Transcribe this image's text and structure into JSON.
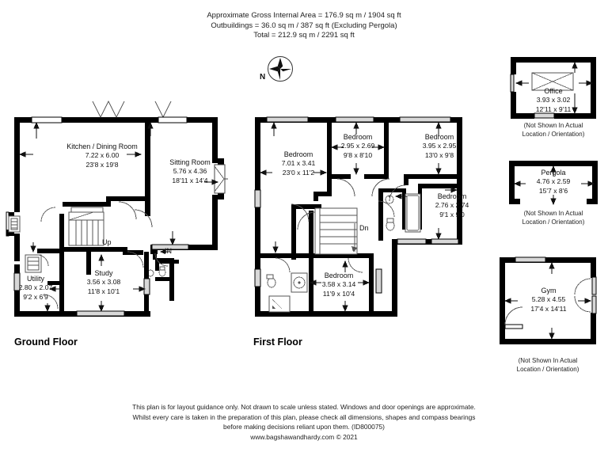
{
  "header": {
    "line1": "Approximate Gross Internal Area = 176.9 sq m / 1904 sq ft",
    "line2": "Outbuildings = 36.0 sq m / 387 sq ft (Excluding Pergola)",
    "line3": "Total = 212.9 sq m / 2291 sq ft"
  },
  "compass": {
    "label": "N",
    "icon": "compass-rose"
  },
  "floors": [
    {
      "id": "ground",
      "caption": "Ground Floor"
    },
    {
      "id": "first",
      "caption": "First Floor"
    }
  ],
  "ground_floor": {
    "rooms": [
      {
        "name": "Kitchen / Dining Room",
        "metric": "7.22 x 6.00",
        "imperial": "23'8 x 19'8"
      },
      {
        "name": "Sitting Room",
        "metric": "5.76 x 4.36",
        "imperial": "18'11 x 14'4"
      },
      {
        "name": "Study",
        "metric": "3.56 x 3.08",
        "imperial": "11'8 x 10'1"
      },
      {
        "name": "Utility",
        "metric": "2.80 x 2.07",
        "imperial": "9'2 x 6'9"
      }
    ],
    "markers": [
      {
        "name": "stairs-up",
        "label": "Up"
      },
      {
        "name": "entrance",
        "label": "IN"
      }
    ]
  },
  "first_floor": {
    "rooms": [
      {
        "name": "Bedroom",
        "metric": "7.01 x 3.41",
        "imperial": "23'0 x 11'2"
      },
      {
        "name": "Bedroom",
        "metric": "2.95 x 2.69",
        "imperial": "9'8 x 8'10"
      },
      {
        "name": "Bedroom",
        "metric": "3.95 x 2.95",
        "imperial": "13'0 x 9'8"
      },
      {
        "name": "Bedroom",
        "metric": "2.76 x 2.74",
        "imperial": "9'1 x 9'0"
      },
      {
        "name": "Bedroom",
        "metric": "3.58 x 3.14",
        "imperial": "11'9 x 10'4"
      }
    ],
    "markers": [
      {
        "name": "stairs-down",
        "label": "Dn"
      }
    ]
  },
  "outbuildings": [
    {
      "name": "Office",
      "metric": "3.93 x 3.02",
      "imperial": "12'11 x 9'11",
      "note_line1": "(Not Shown In Actual",
      "note_line2": "Location / Orientation)"
    },
    {
      "name": "Pergola",
      "metric": "4.76 x 2.59",
      "imperial": "15'7 x 8'6",
      "note_line1": "(Not Shown In Actual",
      "note_line2": "Location / Orientation)"
    },
    {
      "name": "Gym",
      "metric": "5.28 x 4.55",
      "imperial": "17'4 x 14'11",
      "note_line1": "(Not Shown In Actual",
      "note_line2": "Location / Orientation)"
    }
  ],
  "footer": {
    "line1": "This plan is for layout guidance only. Not drawn to scale unless stated. Windows and door openings are approximate.",
    "line2": "Whilst every care is taken in the preparation of this plan, please check all dimensions, shapes and compass bearings",
    "line3": "before making decisions reliant upon them. (ID800075)",
    "line4": "www.bagshawandhardy.com © 2021"
  },
  "colors": {
    "wall": "#000000",
    "text": "#1a1a1a",
    "paper": "#ffffff",
    "fixture_stroke": "#555555",
    "window_fill": "#d8d8d8"
  }
}
